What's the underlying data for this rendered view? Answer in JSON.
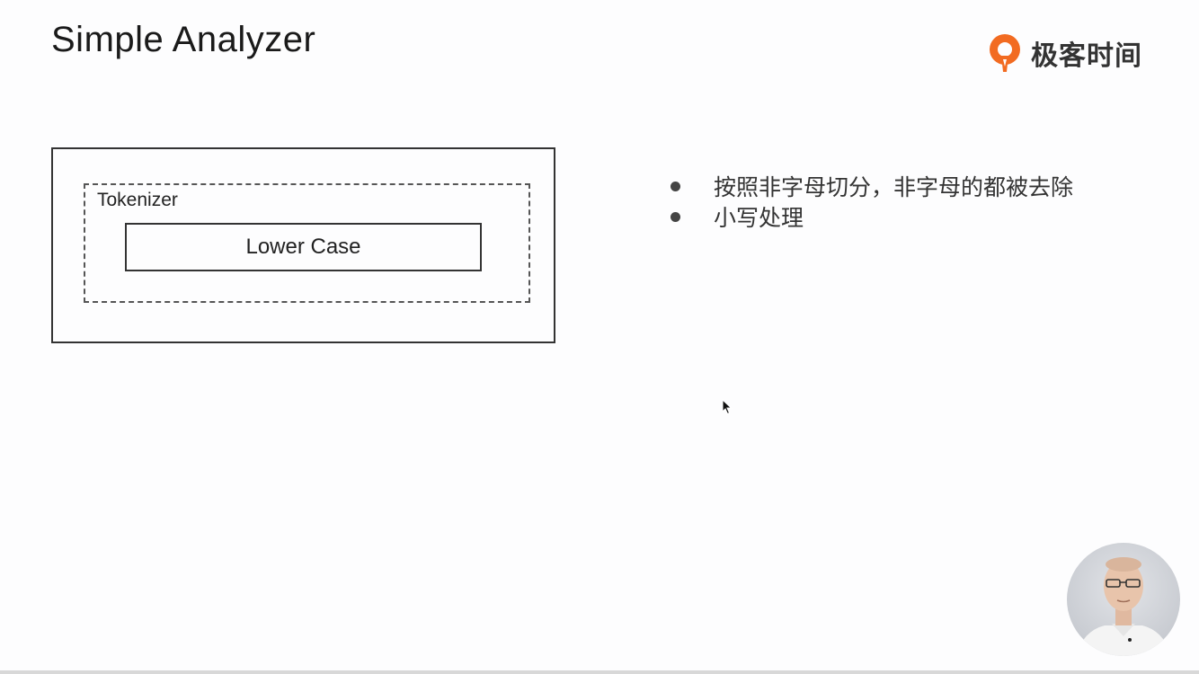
{
  "slide": {
    "title": "Simple Analyzer",
    "logo": {
      "icon": "geektime-logo-icon",
      "text": "极客时间",
      "brand_color": "#f26b21"
    },
    "diagram": {
      "tokenizer_label": "Tokenizer",
      "filter_label": "Lower Case"
    },
    "bullets": [
      "按照非字母切分，非字母的都被去除",
      "小写处理"
    ],
    "presenter": {
      "icon": "presenter-video-thumbnail"
    }
  }
}
